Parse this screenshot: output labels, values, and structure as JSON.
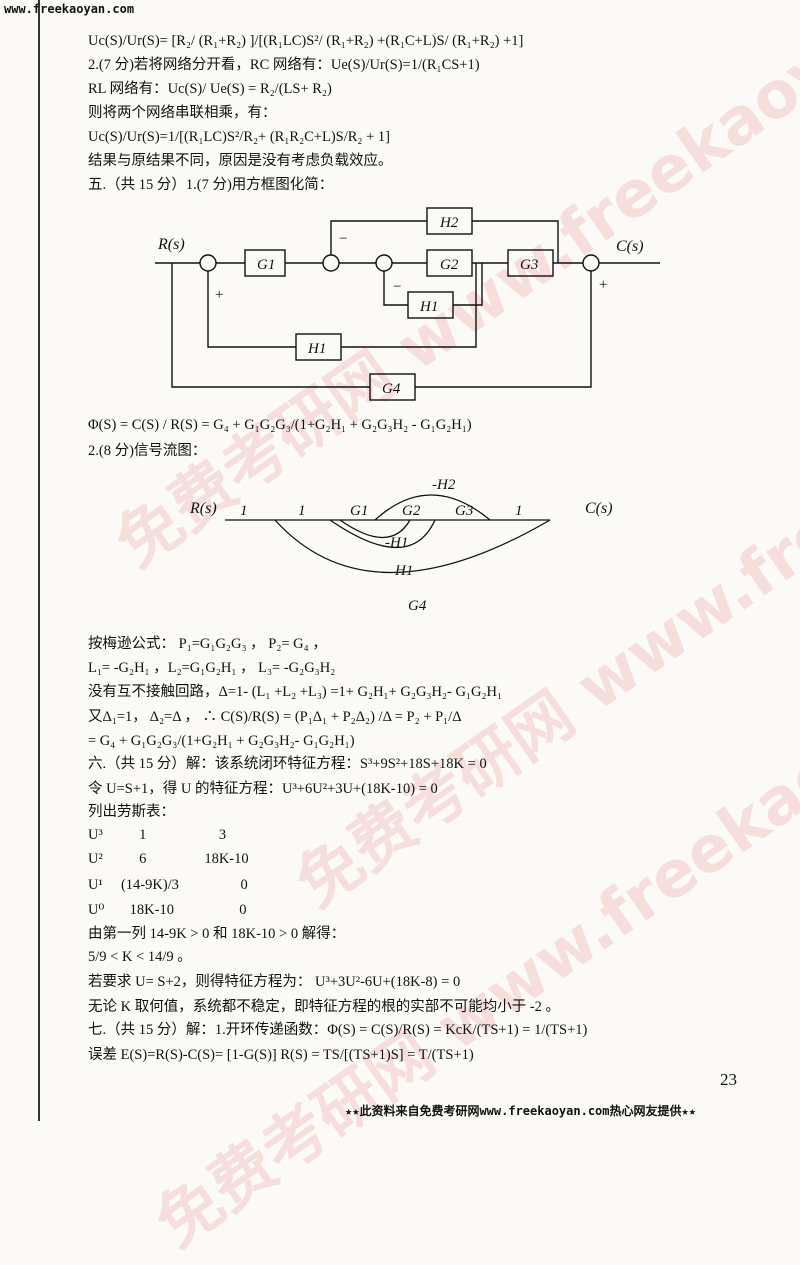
{
  "header_url": "www.freekaoyan.com",
  "watermark": "免费考研网 www.freekaoyan.com",
  "lines_top": [
    "Uc(S)/Ur(S)= [R₂/ (R₁+R₂) ]/[(R₁LC)S²/ (R₁+R₂) +(R₁C+L)S/ (R₁+R₂) +1]",
    "2.(7 分)若将网络分开看，RC 网络有：Ue(S)/Ur(S)=1/(R₁CS+1)",
    "RL 网络有：Uc(S)/ Ue(S) = R₂/(LS+ R₂)",
    "则将两个网络串联相乘，有：",
    "Uc(S)/Ur(S)=1/[(R₁LC)S²/R₂+ (R₁R₂C+L)S/R₂ + 1]",
    "结果与原结果不同，原因是没有考虑负载效应。",
    "五.（共 15 分）1.(7 分)用方框图化简："
  ],
  "block_diagram": {
    "input": "R(s)",
    "output": "C(s)",
    "G1": "G1",
    "G2": "G2",
    "G3": "G3",
    "G4": "G4",
    "H1": "H1",
    "H2": "H2",
    "H1b": "H1",
    "minus": "−",
    "plus": "+"
  },
  "phi_line": "Φ(S) = C(S) / R(S) = G₄ + G₁G₂G₃/(1+G₂H₁ + G₂G₃H₂ - G₁G₂H₁)",
  "flow_title": "2.(8 分)信号流图：",
  "flow_graph": {
    "input": "R(s)",
    "output": "C(s)",
    "one_a": "1",
    "one_b": "1",
    "one_c": "1",
    "G1": "G1",
    "G2": "G2",
    "G3": "G3",
    "G4": "G4",
    "negH2": "-H2",
    "negH1": "-H1",
    "H1": "H1"
  },
  "lines_bottom": [
    "按梅逊公式： P₁=G₁G₂G₃ ， P₂= G₄ ，",
    "L₁= -G₂H₁ ，L₂=G₁G₂H₁ ， L₃= -G₂G₃H₂",
    "没有互不接触回路，Δ=1- (L₁ +L₂ +L₃) =1+ G₂H₁+ G₂G₃H₂- G₁G₂H₁",
    "又Δ₁=1， Δ₂=Δ ， ∴ C(S)/R(S) = (P₁Δ₁ + P₂Δ₂) /Δ = P₂ + P₁/Δ",
    "= G₄ + G₁G₂G₃/(1+G₂H₁ + G₂G₃H₂- G₁G₂H₁)",
    "六.（共 15 分）解：该系统闭环特征方程：S³+9S²+18S+18K = 0",
    "令 U=S+1，得 U 的特征方程：U³+6U²+3U+(18K-10) = 0",
    "列出劳斯表：",
    "U³          1                    3",
    "U²          6                18K-10",
    "U¹     (14-9K)/3                 0",
    "U⁰       18K-10                  0",
    "由第一列 14-9K > 0 和  18K-10 > 0  解得：",
    "5/9 < K < 14/9 。",
    "若要求 U= S+2，则得特征方程为： U³+3U²-6U+(18K-8) = 0",
    "无论 K 取何值，系统都不稳定，即特征方程的根的实部不可能均小于 -2 。",
    "七.（共 15 分）解：1.开环传递函数：Φ(S) = C(S)/R(S) = KcK/(TS+1) = 1/(TS+1)",
    "误差 E(S)=R(S)-C(S)= [1-G(S)] R(S) = TS/[(TS+1)S] = T/(TS+1)"
  ],
  "page_number": "23",
  "footer": "★★此资料来自免费考研网www.freekaoyan.com热心网友提供★★"
}
